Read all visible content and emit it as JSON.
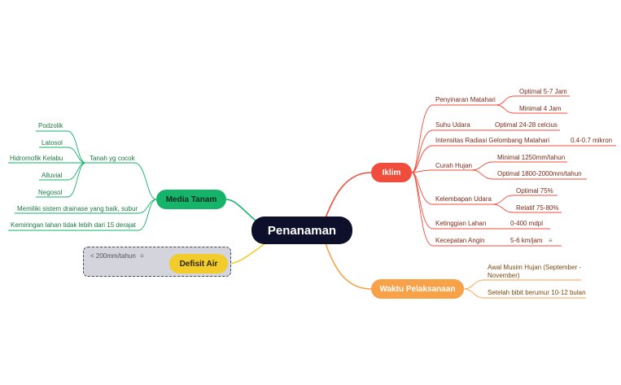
{
  "central": {
    "label": "Penanaman",
    "color": "#0d0f2b"
  },
  "branches": {
    "iklim": {
      "label": "Iklim",
      "color": "#f04d3c",
      "items": [
        {
          "label": "Penyinaran Matahari",
          "children": [
            "Optimal 5-7 Jam",
            "Minimal 4 Jam"
          ]
        },
        {
          "label": "Suhu Udara",
          "children": [
            "Optimal 24-28 celcius"
          ]
        },
        {
          "label": "Intensitas Radiasi Gelombang Matahari",
          "children": [
            "0.4-0.7 mikron"
          ]
        },
        {
          "label": "Curah Hujan",
          "children": [
            "Minimal 1250mm/tahun",
            "Optimal 1800-2000mm/tahun"
          ]
        },
        {
          "label": "Kelembapan Udara",
          "children": [
            "Optimal 75%",
            "Relatif 75-80%"
          ]
        },
        {
          "label": "Ketinggian Lahan",
          "children": [
            "0-400 mdpl"
          ]
        },
        {
          "label": "Kecepatan Angin",
          "children": [
            "5-6 km/jam"
          ]
        }
      ]
    },
    "waktu": {
      "label": "Waktu Pelaksanaan",
      "color": "#f7a249",
      "items": [
        {
          "label": "Awal Musim Hujan (September - November)"
        },
        {
          "label": "Setelah bibit berumur 10-12 bulan"
        }
      ]
    },
    "media": {
      "label": "Media Tanam",
      "color": "#16b36b",
      "items": [
        {
          "label": "Tanah yg cocok",
          "children": [
            "Podzolik",
            "Latosol",
            "Hidromofik Kelabu",
            "Alluvial",
            "Negosol"
          ]
        },
        {
          "label": "Memiliki sistem drainase yang baik, subur"
        },
        {
          "label": "Kemiringan lahan tidak lebih dari 15 derajat"
        }
      ]
    },
    "defisit": {
      "label": "Defisit Air",
      "color": "#f2cc2a",
      "items": [
        {
          "label": "< 200mm/tahun"
        }
      ]
    }
  },
  "icons": {
    "note": "notes-icon"
  }
}
